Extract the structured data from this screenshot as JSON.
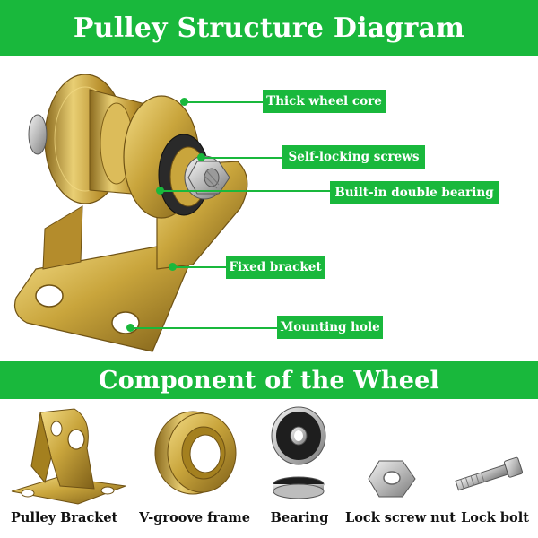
{
  "diagram": {
    "title": "Pulley Structure Diagram",
    "section_title": "Component of the Wheel",
    "callouts": [
      "Thick wheel core",
      "Self-locking screws",
      "Built-in double bearing",
      "Fixed bracket",
      "Mounting hole"
    ],
    "components": [
      "Pulley Bracket",
      "V-groove frame",
      "Bearing",
      "Lock screw nut",
      "Lock bolt"
    ],
    "colors": {
      "accent_green": "#19b83c",
      "brass": "#c9a53c",
      "brass_dark": "#8a6a1e",
      "steel": "#c8c8c8"
    }
  }
}
